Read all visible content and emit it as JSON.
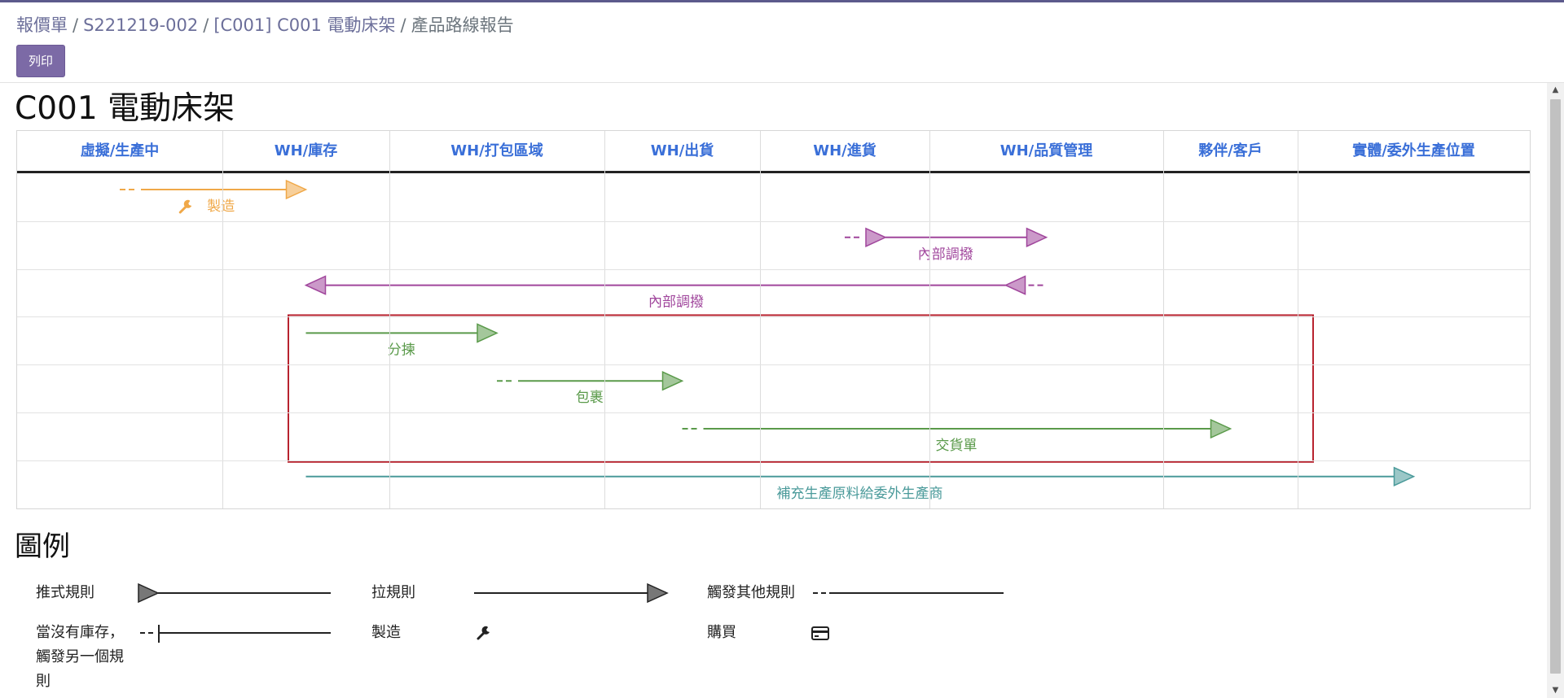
{
  "breadcrumb": {
    "items": [
      "報價單",
      "S221219-002",
      "[C001] C001 電動床架"
    ],
    "separator": "/",
    "active": "產品路線報告"
  },
  "toolbar": {
    "print_label": "列印"
  },
  "report": {
    "title": "C001 電動床架",
    "columns": [
      "虛擬/生產中",
      "WH/庫存",
      "WH/打包區域",
      "WH/出貨",
      "WH/進貨",
      "WH/品質管理",
      "夥伴/客戶",
      "實體/委外生產位置"
    ],
    "routes": [
      {
        "label": "製造",
        "icon": "wrench-icon",
        "color": "#f0a848",
        "from_col": 0,
        "to_col": 1,
        "direction": "right",
        "rule": "pull",
        "triggered": true
      },
      {
        "label": "內部調撥",
        "color": "#a0469c",
        "from_col": 4,
        "to_col": 5,
        "direction": "right",
        "rule": "push+pull",
        "triggered": true
      },
      {
        "label": "內部調撥",
        "color": "#a0469c",
        "from_col": 5,
        "to_col": 1,
        "direction": "left",
        "rule": "push+pull",
        "triggered": true
      },
      {
        "label": "分揀",
        "color": "#5a9a4a",
        "from_col": 1,
        "to_col": 2,
        "direction": "right",
        "rule": "pull",
        "triggered": false
      },
      {
        "label": "包裹",
        "color": "#5a9a4a",
        "from_col": 2,
        "to_col": 3,
        "direction": "right",
        "rule": "pull",
        "triggered": true
      },
      {
        "label": "交貨單",
        "color": "#5a9a4a",
        "from_col": 3,
        "to_col": 6,
        "direction": "right",
        "rule": "pull",
        "triggered": true
      },
      {
        "label": "補充生產原料給委外生產商",
        "color": "#4a9a9a",
        "from_col": 1,
        "to_col": 7,
        "direction": "right",
        "rule": "pull",
        "triggered": false
      }
    ],
    "highlight_color": "#b8232f"
  },
  "legend": {
    "title": "圖例",
    "items": {
      "push_rule": "推式規則",
      "pull_rule": "拉規則",
      "trigger_other": "觸發其他規則",
      "no_stock": "當沒有庫存，觸發另一個規則",
      "manufacture": "製造",
      "buy": "購買"
    },
    "icons": {
      "manufacture": "wrench-icon",
      "buy": "credit-card-icon"
    }
  }
}
